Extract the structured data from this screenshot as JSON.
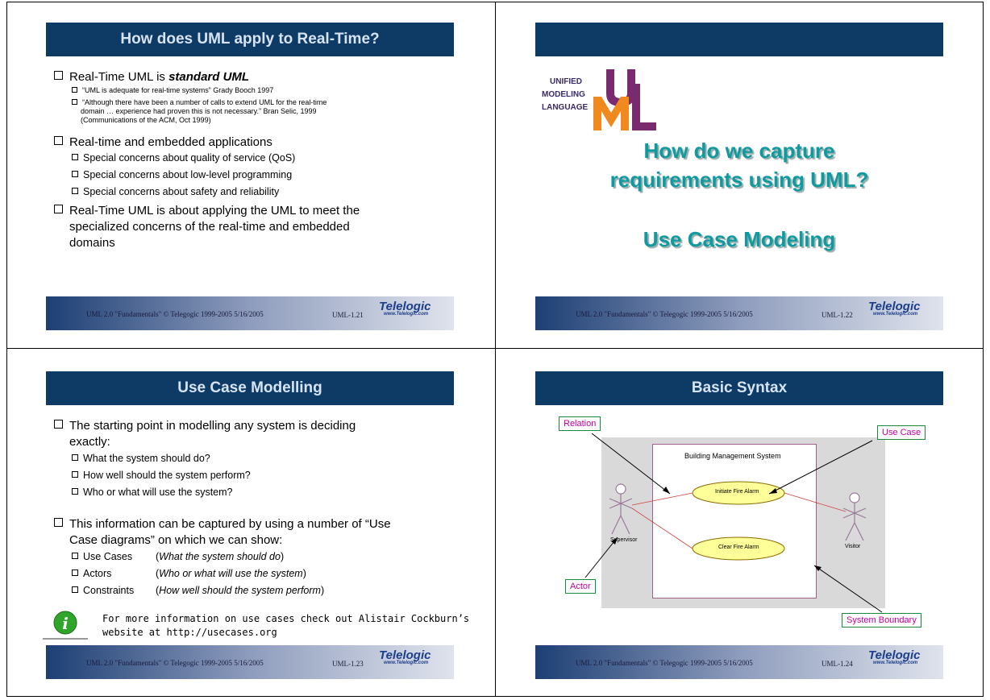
{
  "footer": {
    "text": "UML 2.0 \"Fundamentals\" © Telegogic 1999-2005  5/16/2005",
    "brand": "Telelogic",
    "url": "www.Telelogic.com"
  },
  "slide1": {
    "title": "How does UML apply to Real-Time?",
    "b1_pre": "Real-Time UML is ",
    "b1_em": "standard UML",
    "q1": "“UML is adequate for real-time systems” Grady Booch 1997",
    "q2_l1": "“Although there have been a number of calls to extend UML for the real-time",
    "q2_l2": "domain … experience had proven this is not necessary.” Bran Selic, 1999",
    "q2_l3": "(Communications of the ACM, Oct 1999)",
    "b2": "Real-time and embedded applications",
    "s1": "Special concerns about quality of service (QoS)",
    "s2": "Special concerns about low-level programming",
    "s3": "Special concerns about safety and reliability",
    "b3_l1": "Real-Time UML is about applying the UML to meet the",
    "b3_l2": "specialized concerns of the real-time and embedded",
    "b3_l3": "domains",
    "page": "UML-1.21"
  },
  "slide2": {
    "logo_l1": "UNIFIED",
    "logo_l2": "MODELING",
    "logo_l3": "LANGUAGE",
    "h1": "How do we capture",
    "h2": "requirements using UML?",
    "h3": "Use Case Modeling",
    "page": "UML-1.22"
  },
  "slide3": {
    "title": "Use Case Modelling",
    "b1_l1": "The starting point in modelling any system is deciding",
    "b1_l2": "exactly:",
    "s1": "What the system should do?",
    "s2": "How well should the system perform?",
    "s3": "Who or what will use the system?",
    "b2_l1": "This information can be captured by using a number of “Use",
    "b2_l2": "Case diagrams” on which we can show:",
    "r1a": "Use Cases",
    "r1b": "What the system should do",
    "r2a": "Actors",
    "r2b": "Who or what will use the system",
    "r3a": "Constraints",
    "r3b": "How well should the system perform",
    "info_l1": "For more information on use cases check out Alistair Cockburn’s",
    "info_l2": "website at http://usecases.org",
    "page": "UML-1.23"
  },
  "slide4": {
    "title": "Basic Syntax",
    "lbl_relation": "Relation",
    "lbl_usecase": "Use Case",
    "lbl_actor": "Actor",
    "lbl_boundary": "System Boundary",
    "system_name": "Building Management System",
    "uc1": "Initiate Fire Alarm",
    "uc2": "Clear Fire Alarm",
    "actor1": "Supervisor",
    "actor2": "Visitor",
    "page": "UML-1.24"
  },
  "colors": {
    "title_bar": "#0e3a66",
    "title_text": "#d6e3f3",
    "teal": "#0f9aa0",
    "label_text": "#c000a0",
    "label_border": "#1a8a3a"
  }
}
